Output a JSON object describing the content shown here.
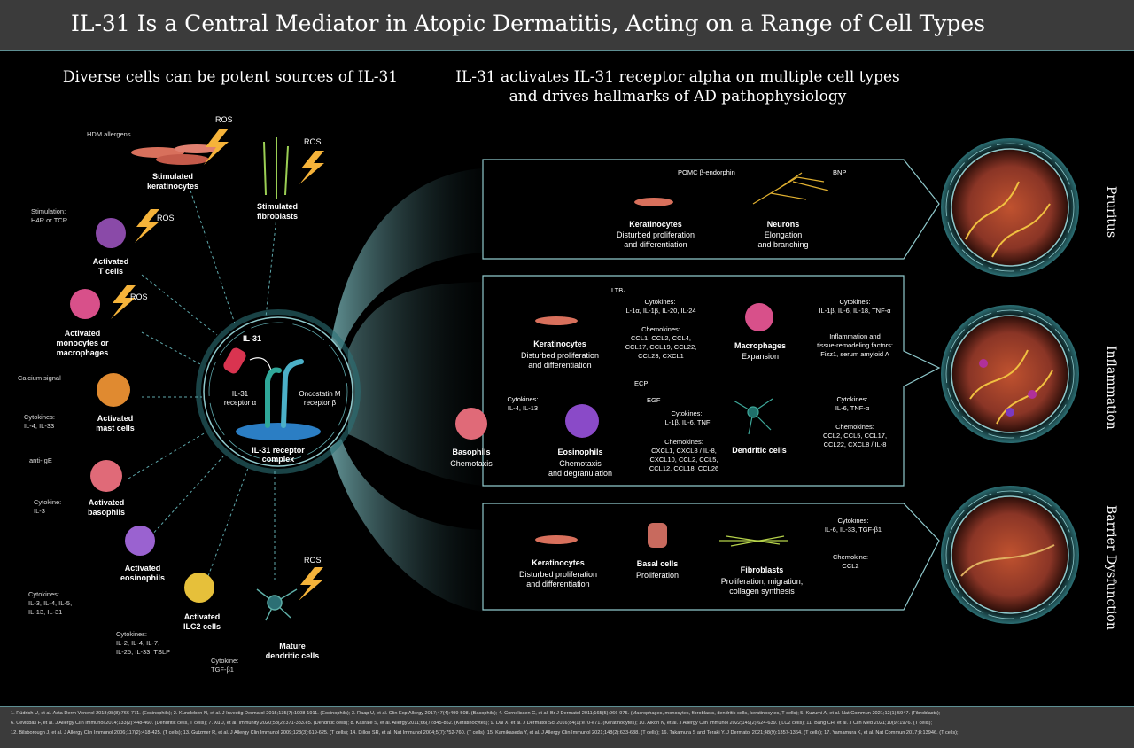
{
  "title": "IL-31 Is a Central Mediator in Atopic Dermatitis, Acting on a Range of Cell Types",
  "left_heading": "Diverse cells can be potent sources of IL-31",
  "right_heading_line1": "IL-31 activates IL-31 receptor alpha on multiple cell types",
  "right_heading_line2": "and drives hallmarks of AD pathophysiology",
  "ros": "ROS",
  "sources": {
    "hdm": "HDM allergens",
    "keratinocytes": "Stimulated\nkeratinocytes",
    "fibroblasts": "Stimulated\nfibroblasts",
    "stimulation": "Stimulation:\nH4R or TCR",
    "tcells": "Activated\nT cells",
    "monocytes": "Activated\nmonocytes or\nmacrophages",
    "calcium": "Calcium signal",
    "mast_cyt": "Cytokines:\nIL-4, IL-33",
    "mast": "Activated\nmast cells",
    "antiige": "anti-IgE",
    "baso_cyt": "Cytokine:\nIL-3",
    "basophils": "Activated\nbasophils",
    "eos_cyt": "Cytokines:\nIL-3, IL-4, IL-5,\nIL-13, IL-31",
    "eosinophils": "Activated\neosinophils",
    "ilc2_cyt": "Cytokines:\nIL-2, IL-4, IL-7,\nIL-25, IL-33, TSLP",
    "ilc2": "Activated\nILC2 cells",
    "dc_cyt": "Cytokine:\nTGF-β1",
    "dc": "Mature\ndendritic cells"
  },
  "center": {
    "il31": "IL-31",
    "receptor_a": "IL-31\nreceptor α",
    "oncostatin": "Oncostatin M\nreceptor β",
    "complex": "IL-31 receptor\ncomplex"
  },
  "pruritus": {
    "pomc": "POMC β-endorphin",
    "bnp": "BNP",
    "kera_name": "Keratinocytes",
    "kera_desc": "Disturbed proliferation\nand differentiation",
    "neur_name": "Neurons",
    "neur_desc": "Elongation\nand branching",
    "side": "Pruritus"
  },
  "inflammation": {
    "ltb4": "LTB₄",
    "kera_cyt": "Cytokines:\nIL-1α, IL-1β, IL-20, IL-24",
    "kera_chem": "Chemokines:\nCCL1, CCL2, CCL4,\nCCL17, CCL19, CCL22,\nCCL23, CXCL1",
    "kera_name": "Keratinocytes",
    "kera_desc": "Disturbed proliferation\nand differentiation",
    "mac_name": "Macrophages",
    "mac_desc": "Expansion",
    "mac_cyt": "Cytokines:\nIL-1β, IL-6, IL-18, TNF-α",
    "mac_fact": "Inflammation and\ntissue-remodeling factors:\nFizz1, serum amyloid A",
    "baso_cyt": "Cytokines:\nIL-4, IL-13",
    "baso_name": "Basophils",
    "baso_desc": "Chemotaxis",
    "ecp": "ECP",
    "egf": "EGF",
    "eos_cyt": "Cytokines:\nIL-1β, IL-6, TNF",
    "eos_name": "Eosinophils",
    "eos_desc": "Chemotaxis\nand degranulation",
    "eos_chem": "Chemokines:\nCXCL1, CXCL8 / IL-8,\nCXCL10, CCL2, CCL5,\nCCL12, CCL18, CCL26",
    "dc_cyt": "Cytokines:\nIL-6, TNF-α",
    "dc_chem": "Chemokines:\nCCL2, CCL5, CCL17,\nCCL22, CXCL8 / IL-8",
    "dc_name": "Dendritic cells",
    "side": "Inflammation"
  },
  "barrier": {
    "kera_name": "Keratinocytes",
    "kera_desc": "Disturbed proliferation\nand differentiation",
    "basal_name": "Basal cells",
    "basal_desc": "Proliferation",
    "fib_name": "Fibroblasts",
    "fib_desc": "Proliferation, migration,\ncollagen synthesis",
    "fib_cyt": "Cytokines:\nIL-6, IL-33, TGF-β1",
    "fib_chem": "Chemokine:\nCCL2",
    "side": "Barrier Dysfunction"
  },
  "refs_line1": "1. Rüdrich U, et al. Acta Derm Venerol 2018;98(8):766-771. (Eosinophils); 2. Kunsleben N, et al. J Investig Dermatol 2015;135(7):1908-1911. (Eosinophils); 3. Raap U, et al. Clin Exp Allergy 2017;47(4):499-508. (Basophils); 4. Cornelissen C, et al. Br J Dermatol 2011;165(5):966-975. (Macrophages, monocytes, fibroblasts, dendritic cells, keratinocytes, T cells); 5. Kuzumi A, et al. Nat Commun 2021;12(1):5947. (Fibroblasts);",
  "refs_line2": "6. Cevikbas F, et al. J Allergy Clin Immunol 2014;133(2):448-460. (Dendritic cells, T cells); 7. Xu J, et al. Immunity 2020;53(2):371-383.e5. (Dendritic cells); 8. Kasraie S, et al. Allergy 2011;66(7):845-852. (Keratinocytes); 9. Dai X, et al. J Dermatol Sci 2016;84(1):e70-e71. (Keratinocytes); 10. Alkon N, et al. J Allergy Clin Immunol 2022;149(2):624-639. (ILC2 cells); 11. Bang CH, et al. J Clin Med 2021;10(9):1976. (T cells);",
  "refs_line3": "12. Bilsborough J, et al. J Allergy Clin Immunol 2006;117(2):418-425. (T cells); 13. Gutzmer R, et al. J Allergy Clin Immunol 2009;123(3):619-625. (T cells); 14. Dillon SR, et al. Nat Immunol 2004;5(7):752-760. (T cells); 15. Kamikaseda Y, et al. J Allergy Clin Immunol 2021;148(2):633-638. (T cells); 16. Takamura S and Teraki Y. J Dermatol 2021;48(9):1357-1364. (T cells); 17. Yamamura K, et al. Nat Commun 2017;8:13946. (T cells);",
  "colors": {
    "teal": "#5fa9ad",
    "title_bar": "#3b3b3b",
    "panel_border": "#8fc9cc"
  }
}
